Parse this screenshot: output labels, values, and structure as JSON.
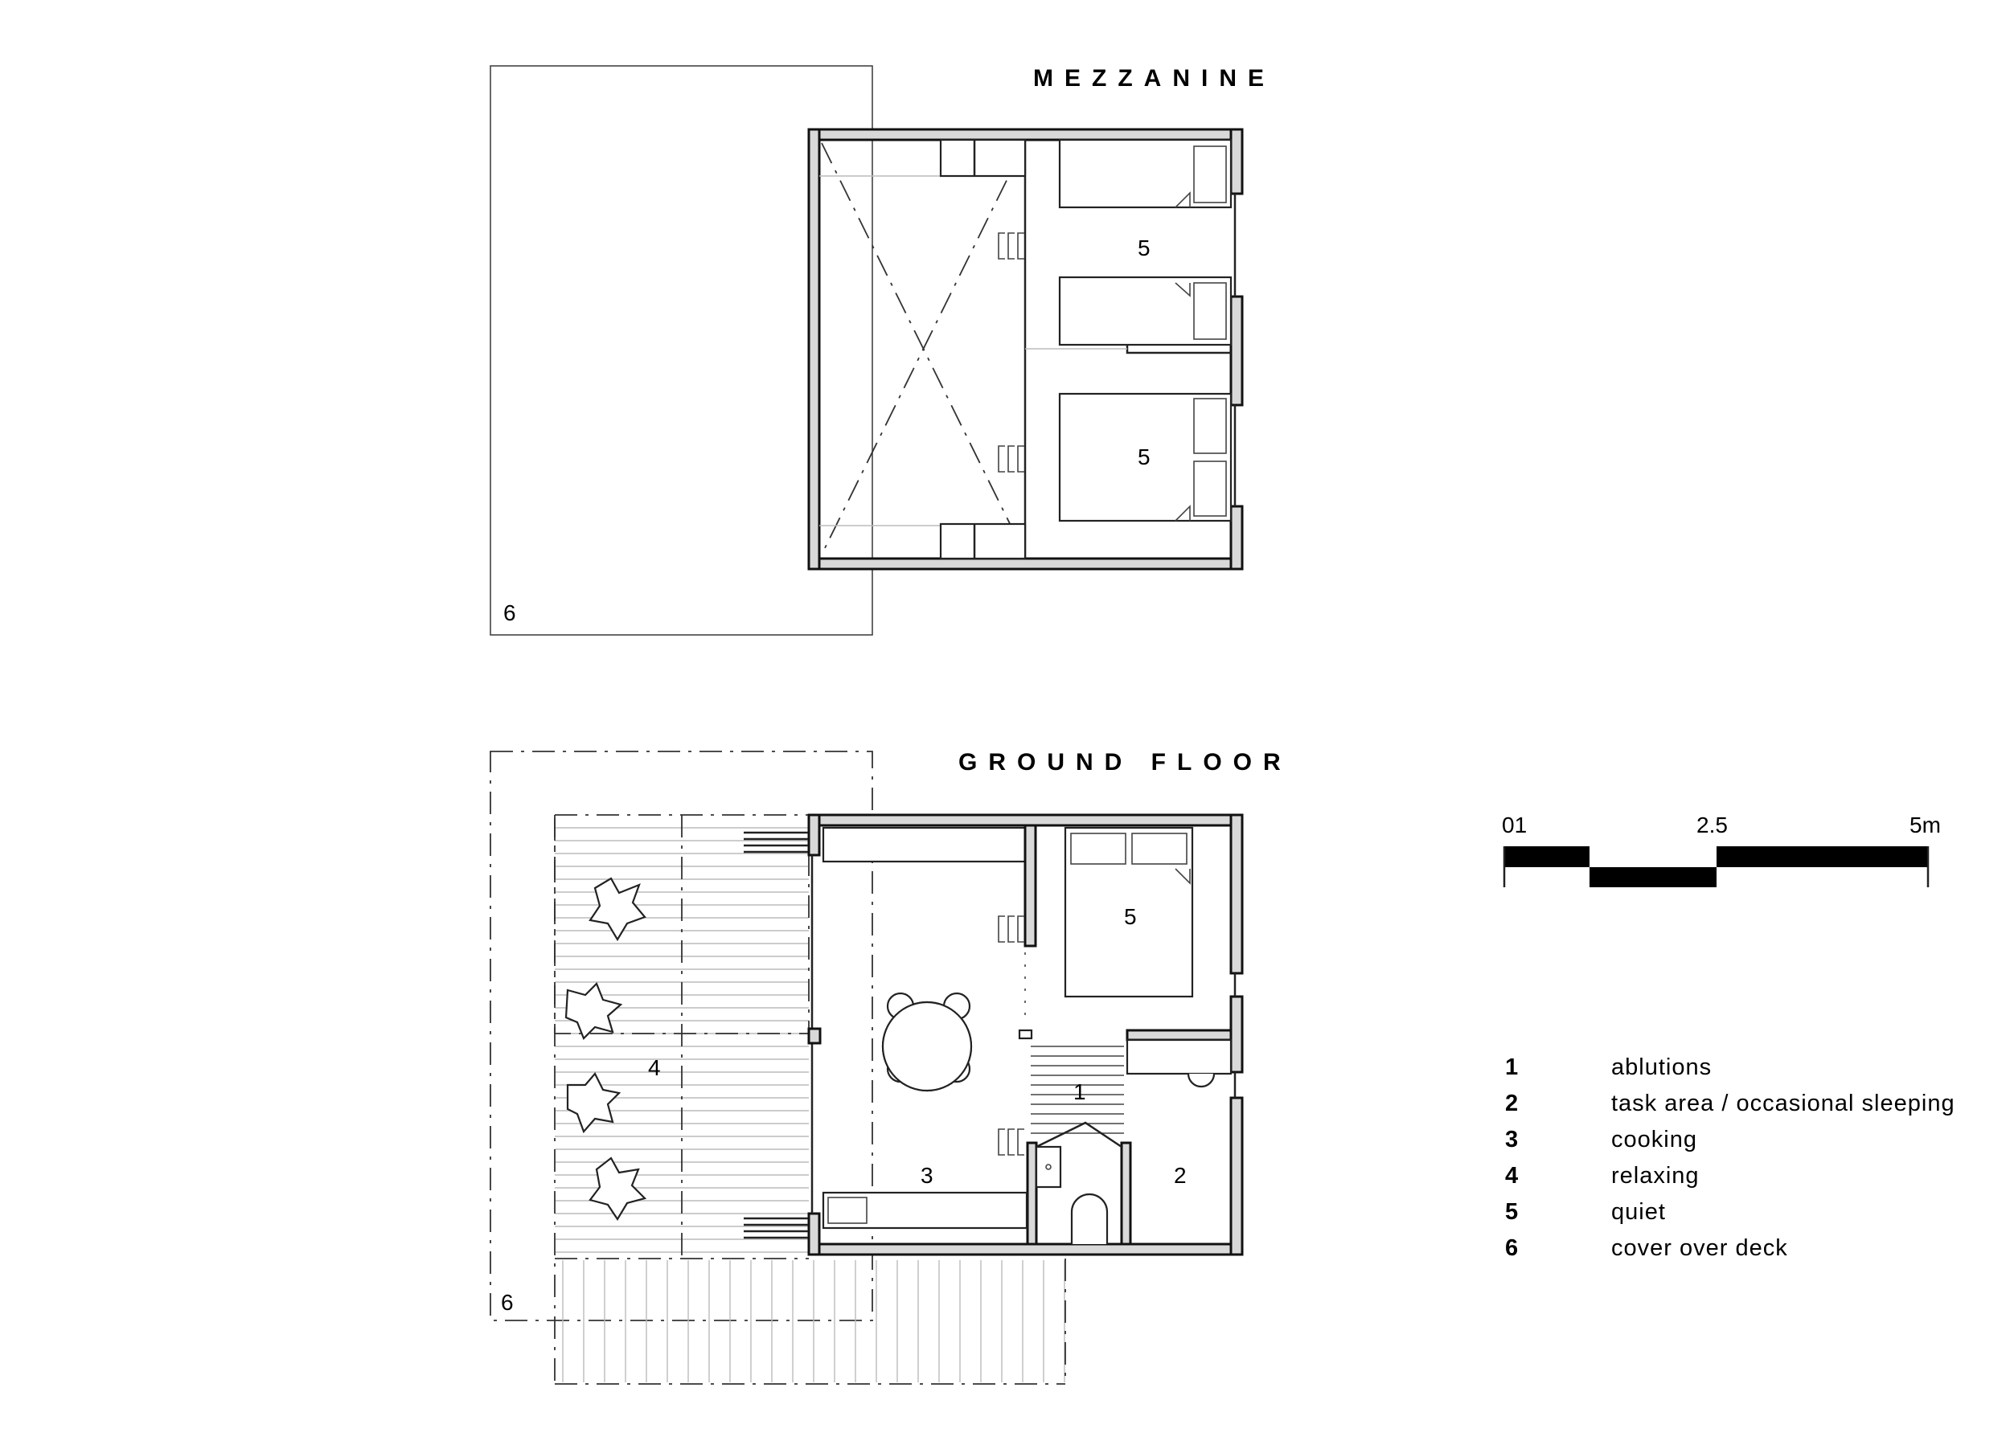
{
  "headings": {
    "mezzanine": "MEZZANINE",
    "ground_floor": "GROUND FLOOR"
  },
  "room_labels": {
    "mezz_bed_top": "5",
    "mezz_bed_bottom": "5",
    "mezz_cover": "6",
    "ground_bedroom": "5",
    "ground_ablutions": "1",
    "ground_cooking": "3",
    "ground_task": "2",
    "ground_deck": "4",
    "ground_cover": "6"
  },
  "scale": {
    "label_start": "01",
    "label_mid": "2.5",
    "label_end": "5m"
  },
  "legend": [
    {
      "number": "1",
      "text": "ablutions"
    },
    {
      "number": "2",
      "text": "task area / occasional sleeping"
    },
    {
      "number": "3",
      "text": "cooking"
    },
    {
      "number": "4",
      "text": "relaxing"
    },
    {
      "number": "5",
      "text": "quiet"
    },
    {
      "number": "6",
      "text": "cover over deck"
    }
  ]
}
